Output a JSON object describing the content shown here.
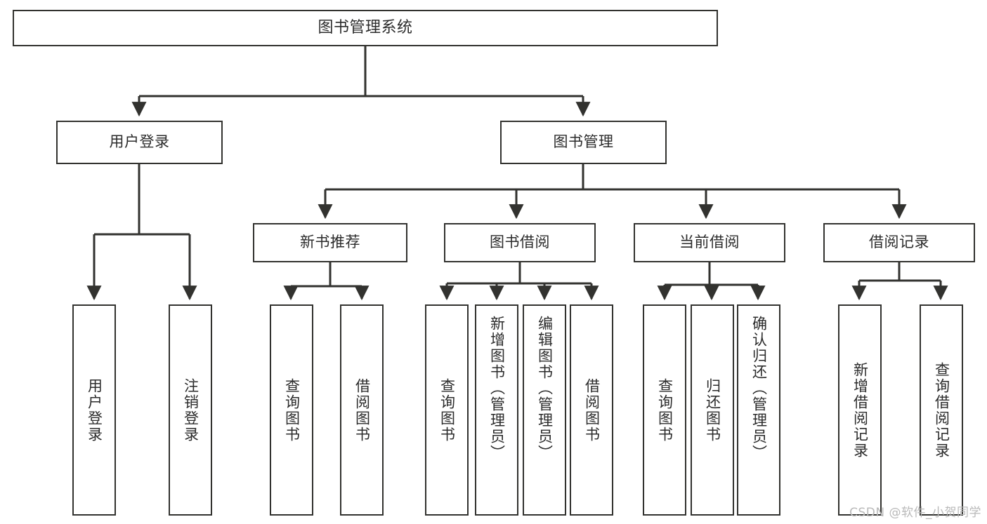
{
  "diagram": {
    "title": "图书管理系统",
    "type": "tree-hierarchy-chart",
    "watermark": "CSDN @软件_小贺同学",
    "stroke_color": "#32322f",
    "text_color": "#2b2b2b",
    "background_color": "#ffffff"
  },
  "nodes": {
    "root": {
      "label": "图书管理系统"
    },
    "level1": [
      {
        "label": "用户登录"
      },
      {
        "label": "图书管理"
      }
    ],
    "level2": [
      {
        "label": "新书推荐"
      },
      {
        "label": "图书借阅"
      },
      {
        "label": "当前借阅"
      },
      {
        "label": "借阅记录"
      }
    ],
    "leaves": {
      "user_login": [
        {
          "label": "用户登录"
        },
        {
          "label": "注销登录"
        }
      ],
      "new_book_recommend": [
        {
          "label": "查询图书"
        },
        {
          "label": "借阅图书"
        }
      ],
      "book_borrow": [
        {
          "label": "查询图书"
        },
        {
          "label": "新增图书（管理员）"
        },
        {
          "label": "编辑图书（管理员）"
        },
        {
          "label": "借阅图书"
        }
      ],
      "current_borrow": [
        {
          "label": "查询图书"
        },
        {
          "label": "归还图书"
        },
        {
          "label": "确认归还（管理员）"
        }
      ],
      "borrow_record": [
        {
          "label": "新增借阅记录"
        },
        {
          "label": "查询借阅记录"
        }
      ]
    }
  }
}
